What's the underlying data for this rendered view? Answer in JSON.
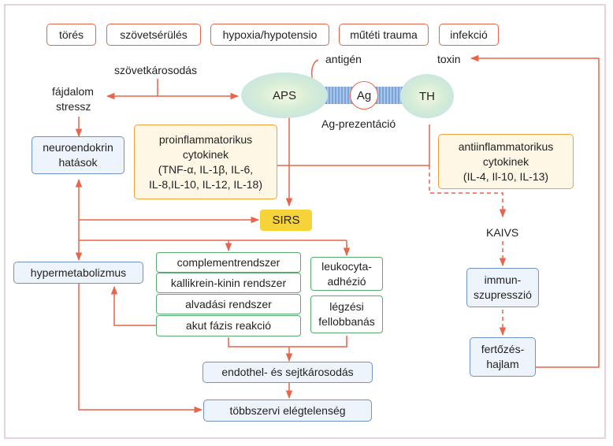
{
  "causes": [
    "törés",
    "szövetsérülés",
    "hypoxia/hypotensio",
    "műtéti trauma",
    "infekció"
  ],
  "labels": {
    "szovetkarosodas": "szövetkárosodás",
    "fajdalom": "fájdalom",
    "stressz": "stressz",
    "antigen": "antigén",
    "toxin": "toxin",
    "aps": "APS",
    "ag": "Ag",
    "th": "TH",
    "ag_prezentacio": "Ag-prezentáció",
    "kaivs": "KAIVS",
    "sirs": "SIRS"
  },
  "boxes": {
    "neuroendokrin": [
      "neuroendokrin",
      "hatások"
    ],
    "proinflammatorikus": [
      "proinflammatorikus",
      "cytokinek",
      "(TNF-α, IL-1β, IL-6,",
      "IL-8,IL-10, IL-12, IL-18)"
    ],
    "antiinflammatorikus": [
      "antiinflammatorikus",
      "cytokinek",
      "(IL-4, Il-10, IL-13)"
    ],
    "hypermetabolizmus": "hypermetabolizmus",
    "cascades": [
      "complementrendszer",
      "kallikrein-kinin rendszer",
      "alvadási rendszer",
      "akut fázis reakció"
    ],
    "leukocyta": [
      "leukocyta-",
      "adhézió"
    ],
    "legzesi": [
      "légzési",
      "fellobbanás"
    ],
    "immunszupresszio": [
      "immun-",
      "szupresszió"
    ],
    "fertozes": [
      "fertőzés-",
      "hajlam"
    ],
    "endothel": "endothel- és sejtkárosodás",
    "tobbszervi": "többszervi elégtelenség"
  },
  "colors": {
    "arrow": "#e8644a",
    "cause_border": "#e8644a",
    "blue_border": "#6f93c3",
    "green_border": "#5aab70",
    "orange_border": "#f0a238",
    "sirs_fill": "#f7d33a"
  }
}
